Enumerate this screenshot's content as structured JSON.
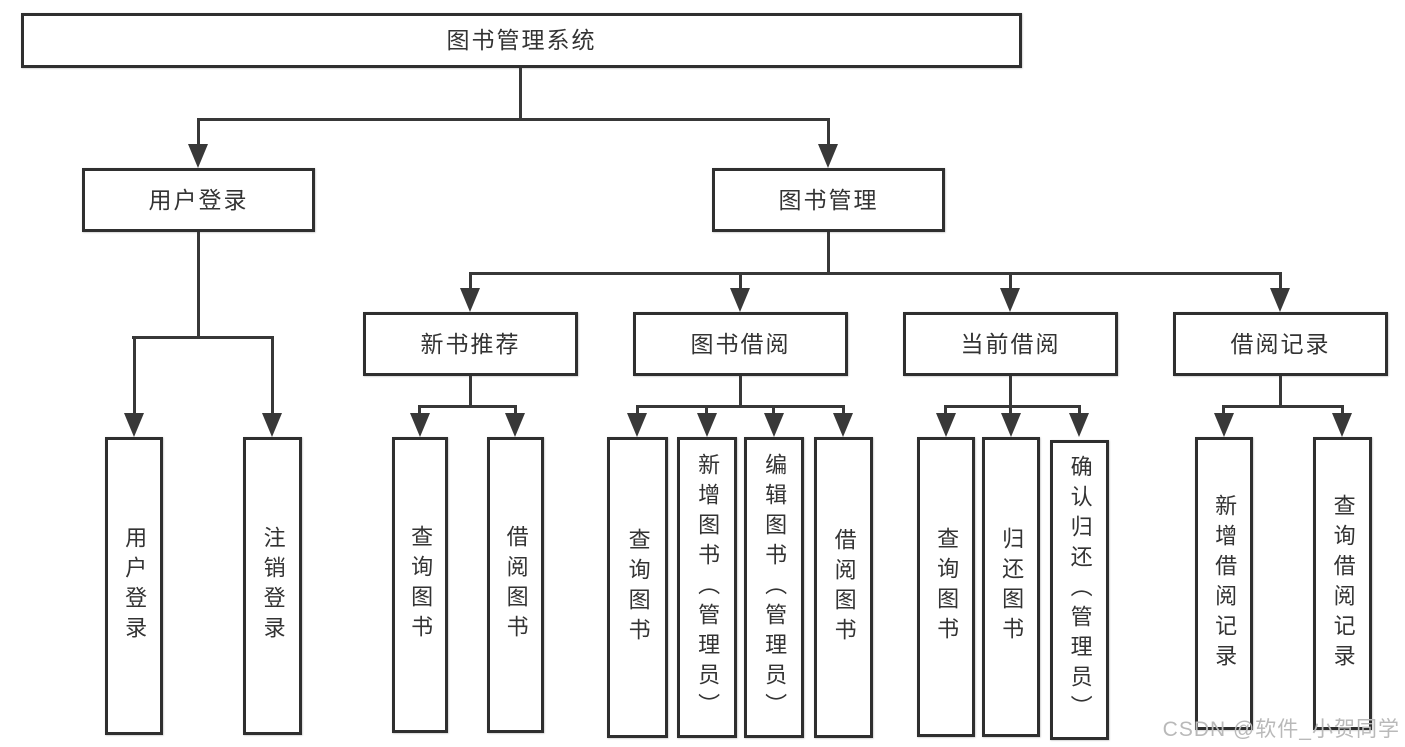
{
  "diagram": {
    "root": {
      "label": "图书管理系统"
    },
    "branches": [
      {
        "label": "用户登录",
        "children": [
          {
            "label": "用户登录"
          },
          {
            "label": "注销登录"
          }
        ]
      },
      {
        "label": "图书管理",
        "children": [
          {
            "label": "新书推荐",
            "children": [
              {
                "label": "查询图书"
              },
              {
                "label": "借阅图书"
              }
            ]
          },
          {
            "label": "图书借阅",
            "children": [
              {
                "label": "查询图书"
              },
              {
                "label": "新增图书（管理员）"
              },
              {
                "label": "编辑图书（管理员）"
              },
              {
                "label": "借阅图书"
              }
            ]
          },
          {
            "label": "当前借阅",
            "children": [
              {
                "label": "查询图书"
              },
              {
                "label": "归还图书"
              },
              {
                "label": "确认归还（管理员）"
              }
            ]
          },
          {
            "label": "借阅记录",
            "children": [
              {
                "label": "新增借阅记录"
              },
              {
                "label": "查询借阅记录"
              }
            ]
          }
        ]
      }
    ]
  },
  "watermark": {
    "text": "CSDN @软件_小贺同学"
  },
  "colors": {
    "line": "#383838",
    "border": "#2f2f2f",
    "text": "#333333",
    "watermark": "#b9b9b9",
    "background": "#ffffff"
  }
}
